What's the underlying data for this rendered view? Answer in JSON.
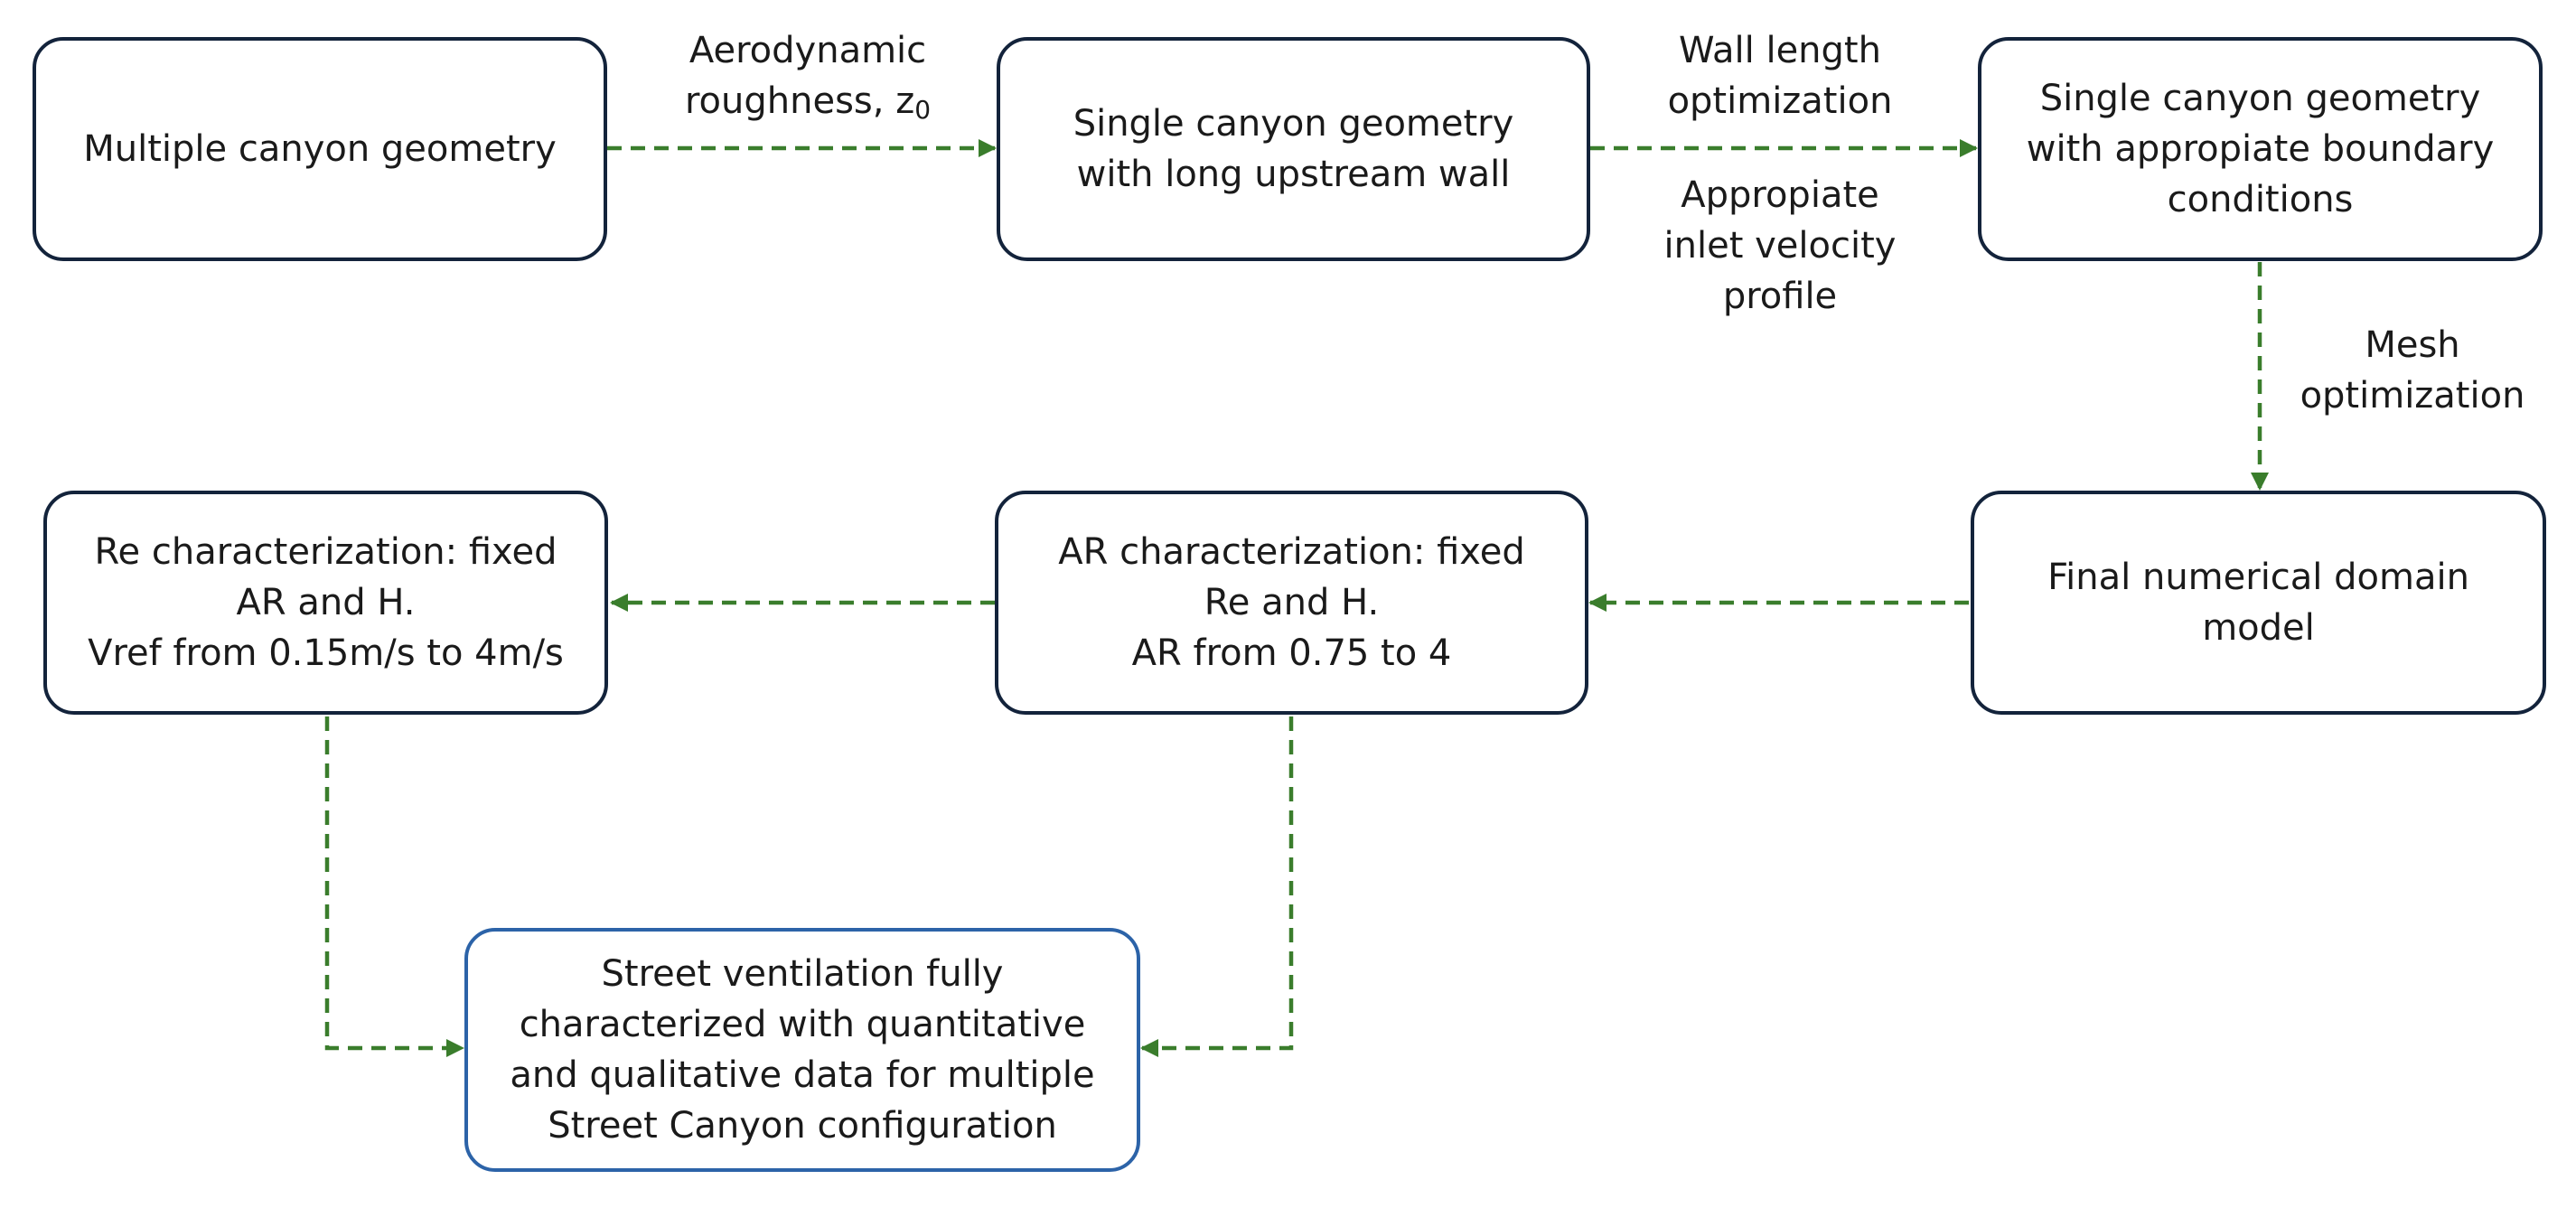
{
  "colors": {
    "node_border": "#13233b",
    "result_border": "#2c63a8",
    "connector": "#3a7d2c",
    "text": "#1a1a1a"
  },
  "nodes": {
    "multiple_canyon": {
      "lines": [
        "Multiple canyon geometry"
      ]
    },
    "single_canyon_long_wall": {
      "lines": [
        "Single canyon geometry",
        "with long upstream wall"
      ]
    },
    "single_canyon_bc": {
      "lines": [
        "Single canyon geometry",
        "with appropiate boundary",
        "conditions"
      ]
    },
    "final_domain": {
      "lines": [
        "Final numerical domain",
        "model"
      ]
    },
    "ar_characterization": {
      "lines": [
        "AR characterization: fixed",
        "Re and H.",
        "AR from 0.75 to 4"
      ]
    },
    "re_characterization": {
      "lines": [
        "Re characterization: fixed",
        "AR and H.",
        "Vref from 0.15m/s to 4m/s"
      ]
    },
    "street_ventilation": {
      "lines": [
        "Street ventilation fully",
        "characterized with quantitative",
        "and qualitative data for multiple",
        "Street Canyon configuration"
      ]
    }
  },
  "labels": {
    "aerodynamic_roughness": {
      "line1": "Aerodynamic",
      "line2_prefix": "roughness, z",
      "line2_subscript": "0"
    },
    "wall_length": {
      "lines": [
        "Wall length",
        "optimization"
      ]
    },
    "inlet_velocity": {
      "lines": [
        "Appropiate",
        "inlet velocity",
        "profile"
      ]
    },
    "mesh_optimization": {
      "lines": [
        "Mesh",
        "optimization"
      ]
    }
  }
}
